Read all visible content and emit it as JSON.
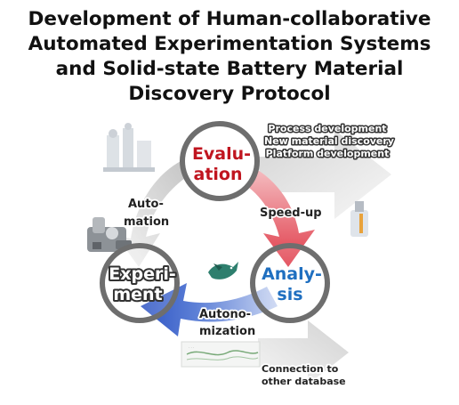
{
  "title": {
    "line1": "Development of Human-collaborative",
    "line2": "Automated Experimentation Systems",
    "line3": "and Solid-state Battery Material",
    "line4": "Discovery Protocol"
  },
  "nodes": {
    "evaluation": {
      "line1": "Evalu-",
      "line2": "ation",
      "color": "#c0151f"
    },
    "experiment": {
      "line1": "Experi-",
      "line2": "ment",
      "color": "#ffffff"
    },
    "analysis": {
      "line1": "Analy-",
      "line2": "sis",
      "color": "#1f6fc0"
    }
  },
  "arrows": {
    "automation": {
      "line1": "Auto-",
      "line2": "mation"
    },
    "speedup": {
      "line1": "Speed-up"
    },
    "autonomization": {
      "line1": "Autono-",
      "line2": "mization"
    }
  },
  "callouts": {
    "outputs": {
      "line1": "Process development",
      "line2": "New material discovery",
      "line3": "Platform development"
    },
    "database": {
      "line1": "Connection to",
      "line2": "other database"
    }
  },
  "colors": {
    "ring": "#6e6e6e",
    "red_arrow": "#e25560",
    "blue_arrow": "#3f63c8",
    "grey_arrow": "#bdbdbd"
  },
  "icons": [
    "lab-equipment-icon",
    "robot-arm-icon",
    "liquid-dispenser-icon",
    "bird-logo-icon",
    "vials-icon"
  ]
}
